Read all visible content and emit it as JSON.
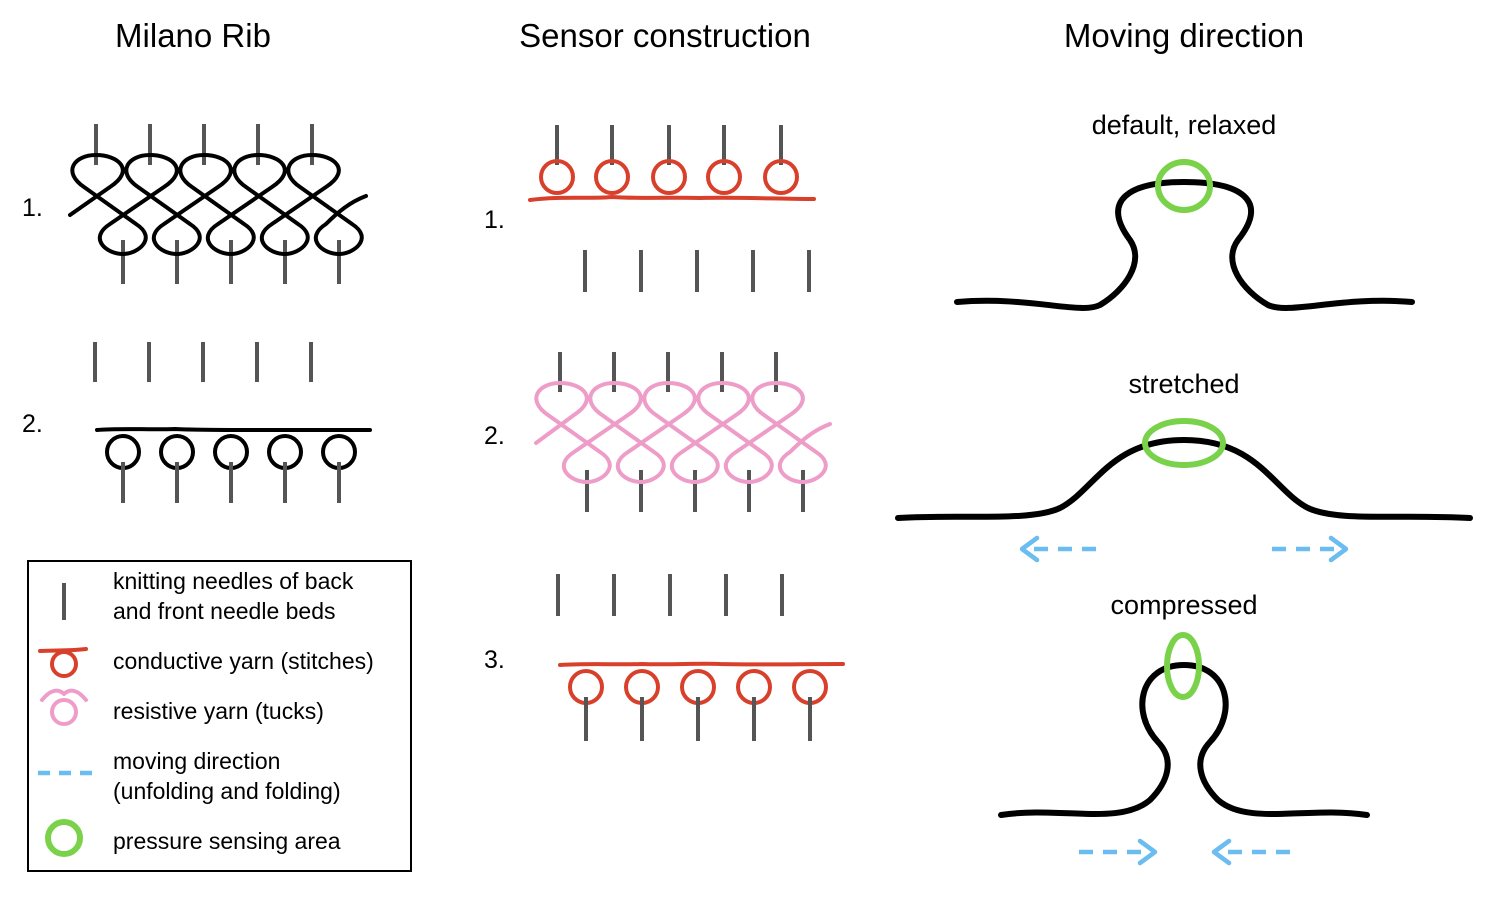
{
  "headers": {
    "milano": "Milano Rib",
    "sensor": "Sensor construction",
    "moving": "Moving direction"
  },
  "step_numbers": {
    "milano_1": "1.",
    "milano_2": "2.",
    "sensor_1": "1.",
    "sensor_2": "2.",
    "sensor_3": "3."
  },
  "states": {
    "relaxed": "default, relaxed",
    "stretched": "stretched",
    "compressed": "compressed"
  },
  "legend": {
    "needles_line1": "knitting needles of back",
    "needles_line2": "and front needle beds",
    "conductive": "conductive yarn (stitches)",
    "resistive": "resistive yarn (tucks)",
    "direction_line1": "moving direction",
    "direction_line2": "(unfolding and folding)",
    "pressure": "pressure sensing area"
  },
  "colors": {
    "needle": "#555555",
    "plain_yarn": "#000000",
    "conductive": "#d9402b",
    "resistive": "#ee9cc8",
    "direction": "#6bbcf0",
    "pressure": "#7ad24a"
  },
  "icons": {
    "needle": "needle-icon",
    "conductive": "conductive-loop-icon",
    "resistive": "resistive-loop-icon",
    "direction": "dashed-arrow-icon",
    "pressure": "green-ring-icon"
  }
}
